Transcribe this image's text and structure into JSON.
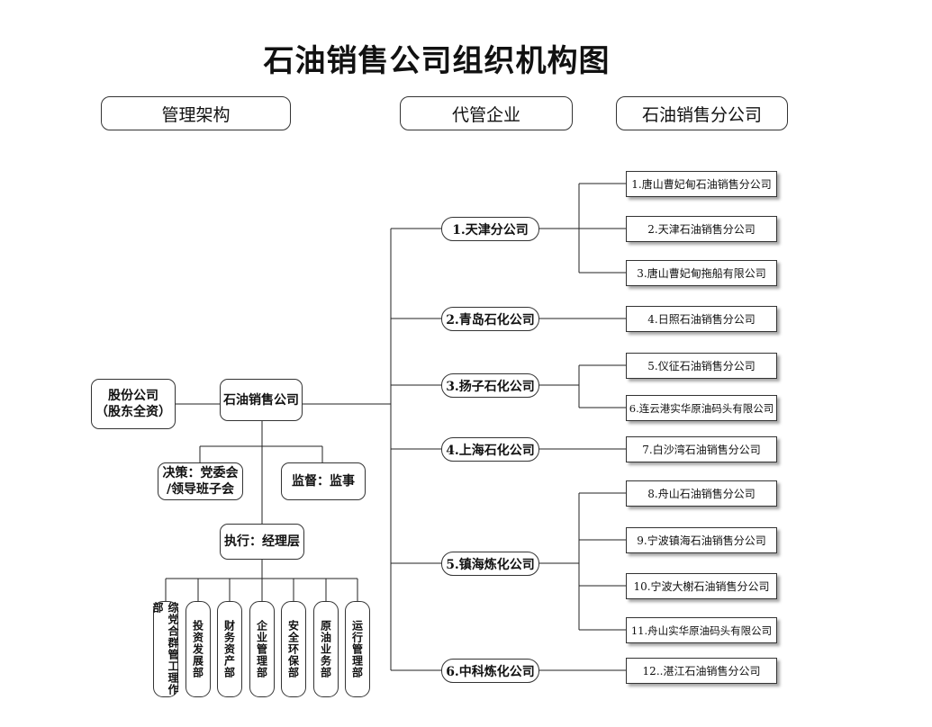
{
  "title": "石油销售公司组织机构图",
  "headers": {
    "management": "管理架构",
    "managed_companies": "代管企业",
    "sales_branches": "石油销售分公司"
  },
  "management": {
    "parent": "股份公司\n（股东全资）",
    "company": "石油销售公司",
    "decision": "决策：党委会\n/领导班子会",
    "supervision": "监督：监事",
    "execution": "执行：经理层",
    "departments": [
      "综党合群管工理作部",
      "投资发展部",
      "财务资产部",
      "企业管理部",
      "安全环保部",
      "原油业务部",
      "运行管理部"
    ]
  },
  "managed_companies": [
    "1.天津分公司",
    "2.青岛石化公司",
    "3.扬子石化公司",
    "4.上海石化公司",
    "5.镇海炼化公司",
    "6.中科炼化公司"
  ],
  "sales_branches": [
    "1.唐山曹妃甸石油销售分公司",
    "2.天津石油销售分公司",
    "3.唐山曹妃甸拖船有限公司",
    "4.日照石油销售分公司",
    "5.仪征石油销售分公司",
    "6.连云港实华原油码头有限公司",
    "7.白沙湾石油销售分公司",
    "8.舟山石油销售分公司",
    "9.宁波镇海石油销售分公司",
    "10.宁波大榭石油销售分公司",
    "11.舟山实华原油码头有限公司",
    "12..湛江石油销售分公司"
  ]
}
